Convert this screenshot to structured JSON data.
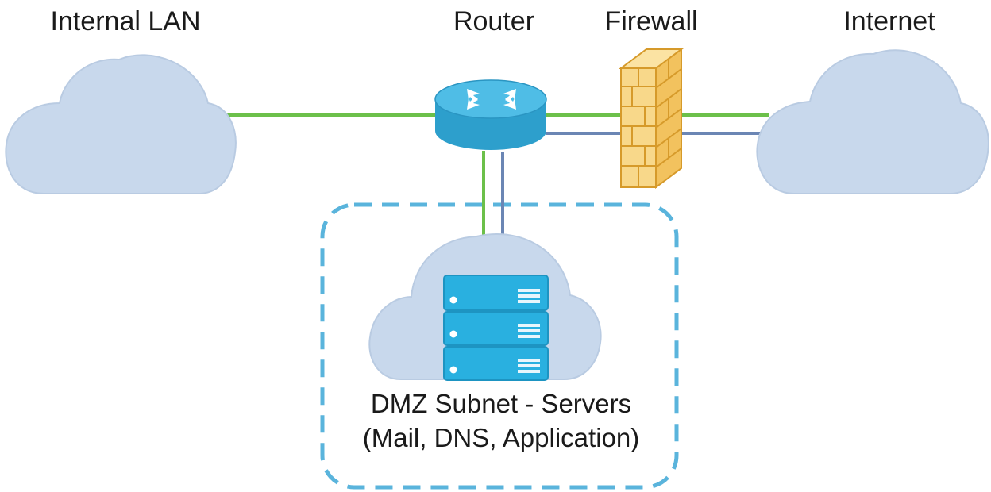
{
  "nodes": {
    "internal_lan": {
      "label": "Internal LAN",
      "icon": "cloud-icon"
    },
    "router": {
      "label": "Router",
      "icon": "router-icon"
    },
    "firewall": {
      "label": "Firewall",
      "icon": "firewall-icon"
    },
    "internet": {
      "label": "Internet",
      "icon": "cloud-icon"
    },
    "dmz": {
      "label_line1": "DMZ Subnet - Servers",
      "label_line2": "(Mail, DNS, Application)",
      "icon": "server-stack-icon"
    }
  },
  "links": [
    {
      "from": "internal_lan",
      "to": "router",
      "color": "#6cc04a"
    },
    {
      "from": "router",
      "to": "internet",
      "via": "firewall",
      "color": "#6cc04a"
    },
    {
      "from": "router",
      "to": "internet",
      "via": "firewall",
      "color": "#6b86b4"
    },
    {
      "from": "router",
      "to": "dmz",
      "color": "#6cc04a"
    },
    {
      "from": "router",
      "to": "dmz",
      "color": "#6b86b4"
    }
  ],
  "colors": {
    "cloud_fill": "#c8d8ec",
    "cloud_stroke": "#b4c6dd",
    "router_fill": "#3fb2dc",
    "firewall_fill": "#f7d27a",
    "firewall_stroke": "#d69a2a",
    "server_fill": "#29b0e0",
    "dmz_border": "#5ab4dc",
    "link_green": "#6cc04a",
    "link_blue": "#6b86b4"
  }
}
